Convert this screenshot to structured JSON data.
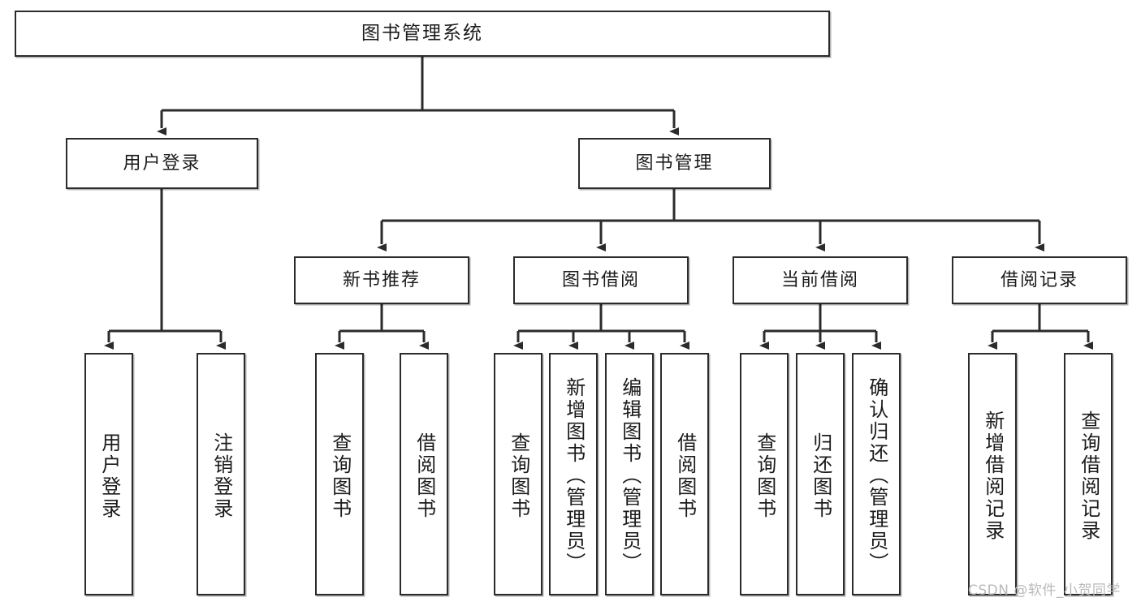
{
  "diagram": {
    "title": "图书管理系统",
    "type": "tree-hierarchy",
    "watermark": "CSDN @软件_小贺同学",
    "line_color": "#2b2b2b",
    "box_fill": "#ffffff",
    "text_color": "#1b1b1b"
  },
  "nodes": {
    "root": {
      "label": "图书管理系统"
    },
    "level2": [
      {
        "id": "user-login",
        "label": "用户登录"
      },
      {
        "id": "book-manage",
        "label": "图书管理"
      }
    ],
    "level3": [
      {
        "id": "new-book-rec",
        "label": "新书推荐"
      },
      {
        "id": "book-borrow",
        "label": "图书借阅"
      },
      {
        "id": "current-borrow",
        "label": "当前借阅"
      },
      {
        "id": "borrow-record",
        "label": "借阅记录"
      }
    ],
    "leaves": {
      "user-login": [
        {
          "id": "leaf-user-login",
          "label": "用户登录"
        },
        {
          "id": "leaf-user-logout",
          "label": "注销登录"
        }
      ],
      "new-book-rec": [
        {
          "id": "leaf-query-book-1",
          "label": "查询图书"
        },
        {
          "id": "leaf-borrow-book-1",
          "label": "借阅图书"
        }
      ],
      "book-borrow": [
        {
          "id": "leaf-query-book-2",
          "label": "查询图书"
        },
        {
          "id": "leaf-add-book",
          "label": "新增图书（管理员）"
        },
        {
          "id": "leaf-edit-book",
          "label": "编辑图书（管理员）"
        },
        {
          "id": "leaf-borrow-book-2",
          "label": "借阅图书"
        }
      ],
      "current-borrow": [
        {
          "id": "leaf-query-book-3",
          "label": "查询图书"
        },
        {
          "id": "leaf-return-book",
          "label": "归还图书"
        },
        {
          "id": "leaf-confirm-return",
          "label": "确认归还（管理员）"
        }
      ],
      "borrow-record": [
        {
          "id": "leaf-add-record",
          "label": "新增借阅记录"
        },
        {
          "id": "leaf-query-record",
          "label": "查询借阅记录"
        }
      ]
    }
  }
}
